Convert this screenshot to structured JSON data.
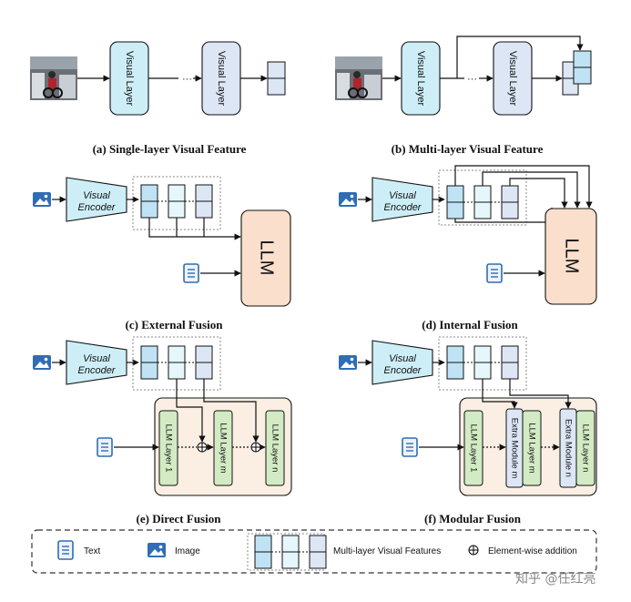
{
  "captions": {
    "a": "(a) Single-layer Visual Feature",
    "b": "(b) Multi-layer Visual Feature",
    "c": "(c) External Fusion",
    "d": "(d) Internal Fusion",
    "e": "(e) Direct Fusion",
    "f": "(f) Modular Fusion"
  },
  "labels": {
    "visual_layer": "Visual Layer",
    "visual_encoder": "Visual Encoder",
    "llm": "LLM",
    "llm_layer_1": "LLM Layer 1",
    "llm_layer_m": "LLM Layer m",
    "llm_layer_n": "LLM Layer n",
    "extra_module_m": "Extra Module m",
    "extra_module_n": "Extra Module n",
    "dots": "···"
  },
  "legend": {
    "text": "Text",
    "image": "Image",
    "features": "Multi-layer Visual Features",
    "addition": "Element-wise addition"
  },
  "watermark": "知乎 @任红亮",
  "colors": {
    "visual_layer": "#cdeef7",
    "visual_layer_light": "#dde6f5",
    "encoder": "#cdeef7",
    "llm": "#f9dfcc",
    "llm_layer": "#d3ebc4",
    "extra_module": "#dde6f5",
    "icon_blue": "#2f6db5",
    "panel": "#fbefe4"
  }
}
